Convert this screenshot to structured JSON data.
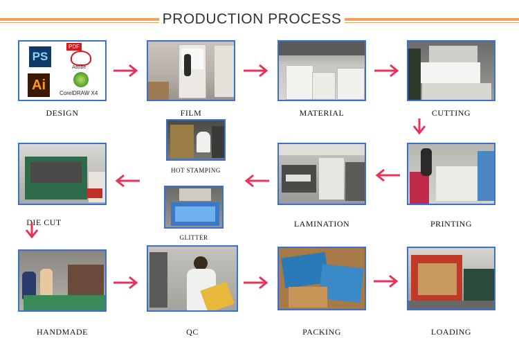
{
  "header": {
    "title": "PRODUCTION PROCESS"
  },
  "steps": {
    "design": "DESIGN",
    "film": "FILM",
    "material": "MATERIAL",
    "cutting": "CUTTING",
    "hot_stamping": "HOT STAMPING",
    "glitter": "GLITTER",
    "die_cut": "DIE CUT",
    "lamination": "LAMINATION",
    "printing": "PRINTING",
    "handmade": "HANDMADE",
    "qc": "QC",
    "packing": "PACKING",
    "loading": "LOADING"
  },
  "logos": {
    "ps": "PS",
    "pdf": "PDF",
    "adobe": "Adobe",
    "ai": "Ai",
    "corel": "CorelDRAW X4"
  },
  "colors": {
    "border": "#3a6fd8",
    "arrow": "#e8325a",
    "title_line": "#f0a060"
  }
}
